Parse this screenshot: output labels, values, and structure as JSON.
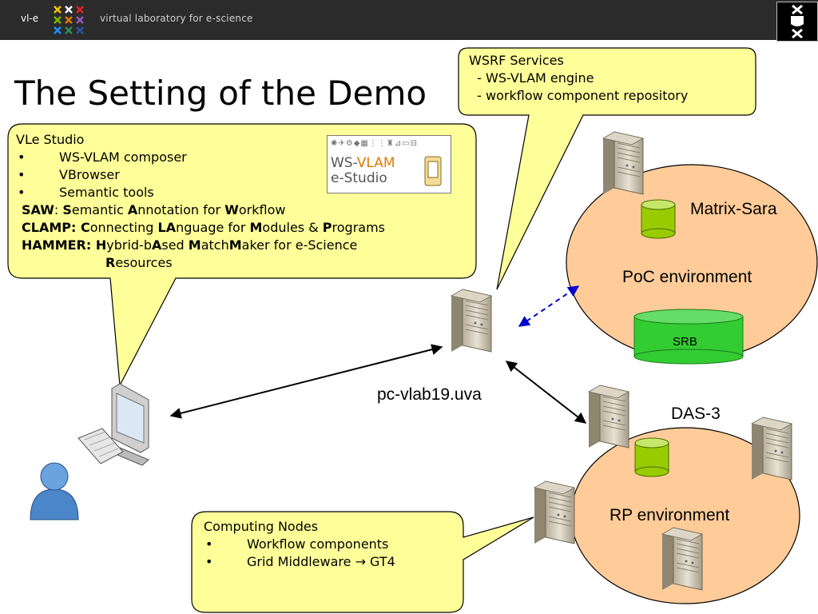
{
  "header": {
    "brand": "vl-e",
    "tagline": "virtual laboratory for e-science"
  },
  "title": "The Setting of the Demo",
  "callouts": {
    "wsrf": {
      "lines": [
        "WSRF Services",
        "  - WS-VLAM engine",
        "  - workflow component repository"
      ]
    },
    "vle": {
      "heading": "VLe Studio",
      "bullets": [
        "WS-VLAM composer",
        "VBrowser",
        "Semantic tools"
      ],
      "acronyms": [
        {
          "parts": [
            [
              "SAW",
              true
            ],
            [
              ": ",
              false
            ],
            [
              "S",
              true
            ],
            [
              "emantic ",
              false
            ],
            [
              "A",
              true
            ],
            [
              "nnotation for ",
              false
            ],
            [
              "W",
              true
            ],
            [
              "orkflow",
              false
            ]
          ]
        },
        {
          "parts": [
            [
              "CLAMP: C",
              true
            ],
            [
              "onnecting ",
              false
            ],
            [
              "LA",
              true
            ],
            [
              "nguage for ",
              false
            ],
            [
              "M",
              true
            ],
            [
              "odules & ",
              false
            ],
            [
              "P",
              true
            ],
            [
              "rograms",
              false
            ]
          ]
        },
        {
          "parts": [
            [
              "HAMMER: H",
              true
            ],
            [
              "ybrid-b",
              false
            ],
            [
              "A",
              true
            ],
            [
              "sed ",
              false
            ],
            [
              "M",
              true
            ],
            [
              "atch",
              false
            ],
            [
              "M",
              true
            ],
            [
              "aker for e-Science",
              false
            ]
          ]
        },
        {
          "parts": [
            [
              "R",
              true
            ],
            [
              "esources",
              false
            ]
          ]
        }
      ]
    },
    "computing": {
      "heading": "Computing Nodes",
      "bullets": [
        "Workflow components",
        "Grid Middleware → GT4"
      ]
    }
  },
  "estudio": {
    "line1a": "WS-",
    "line1b": "VLAM",
    "line2": "e-Studio",
    "icons": "✺✈⚙◆▦⋮⋮♜⊿▭⊟"
  },
  "labels": {
    "matrix": "Matrix-Sara",
    "poc": "PoC environment",
    "srb": "SRB",
    "pc": "pc-vlab19.uva",
    "das": "DAS-3",
    "rp": "RP environment"
  },
  "colors": {
    "callout_fill": "#ffff99",
    "env_fill": "#ffcc99",
    "cylinder": "#99cc00",
    "srb_fill": "#33cc33",
    "dashed_arrow": "#0000cc",
    "topbar": "#2b2b2b"
  }
}
